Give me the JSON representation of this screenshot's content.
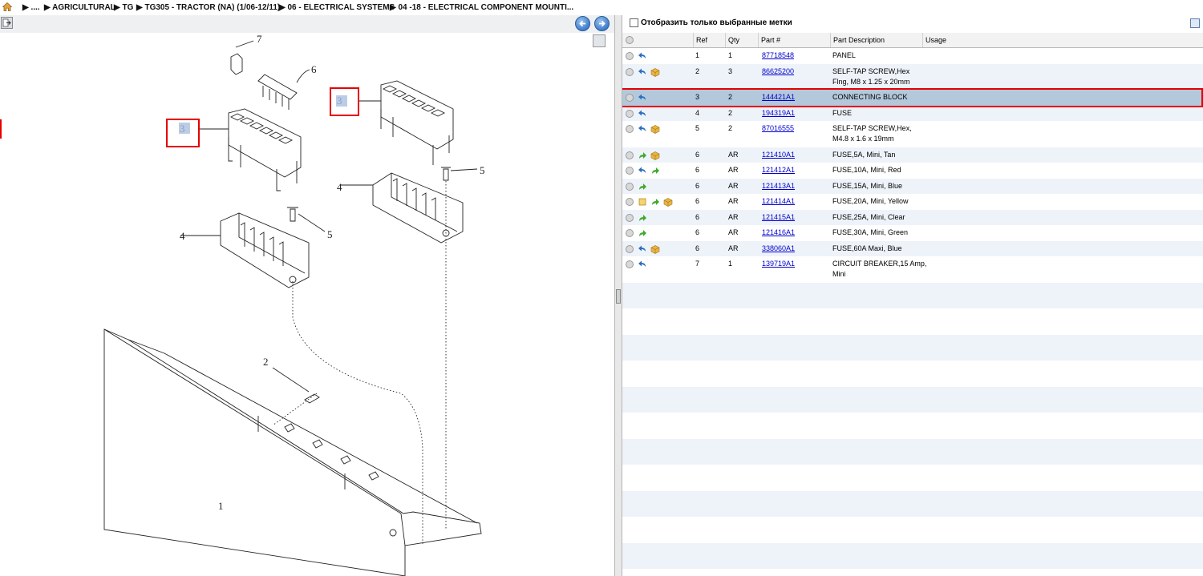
{
  "breadcrumb": [
    {
      "label": "▶ ...."
    },
    {
      "label": "▶ AGRICULTURAL"
    },
    {
      "label": "▶ TG"
    },
    {
      "label": "▶ TG305 - TRACTOR (NA) (1/06-12/11)"
    },
    {
      "label": "▶ 06 - ELECTRICAL SYSTEMS"
    },
    {
      "label": "▶ 04 -18 - ELECTRICAL COMPONENT MOUNTI..."
    }
  ],
  "filter": {
    "label": "Отобразить только выбранные метки",
    "checked": false
  },
  "columns": {
    "ref": "Ref",
    "qty": "Qty",
    "part": "Part #",
    "desc": "Part Description",
    "usage": "Usage"
  },
  "selected_row_index": 2,
  "rows": [
    {
      "icons": [
        "undo"
      ],
      "ref": "1",
      "qty": "1",
      "part": "87718548",
      "desc": "PANEL"
    },
    {
      "icons": [
        "undo",
        "box"
      ],
      "ref": "2",
      "qty": "3",
      "part": "86625200",
      "desc": "SELF-TAP SCREW,Hex\nFlng, M8 x 1.25 x 20mm"
    },
    {
      "icons": [
        "undo"
      ],
      "ref": "3",
      "qty": "2",
      "part": "144421A1",
      "desc": "CONNECTING BLOCK"
    },
    {
      "icons": [
        "undo"
      ],
      "ref": "4",
      "qty": "2",
      "part": "194319A1",
      "desc": "FUSE"
    },
    {
      "icons": [
        "undo",
        "box"
      ],
      "ref": "5",
      "qty": "2",
      "part": "87016555",
      "desc": "SELF-TAP SCREW,Hex,\nM4.8 x 1.6 x 19mm"
    },
    {
      "icons": [
        "arrow",
        "box"
      ],
      "ref": "6",
      "qty": "AR",
      "part": "121410A1",
      "desc": "FUSE,5A, Mini, Tan"
    },
    {
      "icons": [
        "undo",
        "arrow"
      ],
      "ref": "6",
      "qty": "AR",
      "part": "121412A1",
      "desc": "FUSE,10A, Mini, Red"
    },
    {
      "icons": [
        "arrow"
      ],
      "ref": "6",
      "qty": "AR",
      "part": "121413A1",
      "desc": "FUSE,15A, Mini, Blue"
    },
    {
      "icons": [
        "note",
        "arrow",
        "box"
      ],
      "ref": "6",
      "qty": "AR",
      "part": "121414A1",
      "desc": "FUSE,20A, Mini, Yellow"
    },
    {
      "icons": [
        "arrow"
      ],
      "ref": "6",
      "qty": "AR",
      "part": "121415A1",
      "desc": "FUSE,25A, Mini, Clear"
    },
    {
      "icons": [
        "arrow"
      ],
      "ref": "6",
      "qty": "AR",
      "part": "121416A1",
      "desc": "FUSE,30A, Mini, Green"
    },
    {
      "icons": [
        "undo",
        "box"
      ],
      "ref": "6",
      "qty": "AR",
      "part": "338060A1",
      "desc": "FUSE,60A Maxi, Blue"
    },
    {
      "icons": [
        "undo"
      ],
      "ref": "7",
      "qty": "1",
      "part": "139719A1",
      "desc": "CIRCUIT BREAKER,15 Amp,\nMini"
    }
  ],
  "callouts": [
    "7",
    "6",
    "3",
    "3",
    "5",
    "4",
    "4",
    "5",
    "2",
    "1"
  ],
  "colors": {
    "row_alt": "#eef3fa",
    "row_selected": "#b3c8da",
    "link": "#0000cc",
    "highlight_box": "#e60000",
    "undo_icon": "#2a6fc0",
    "arrow_icon": "#3faa2a",
    "box_icon": "#e9b543"
  }
}
